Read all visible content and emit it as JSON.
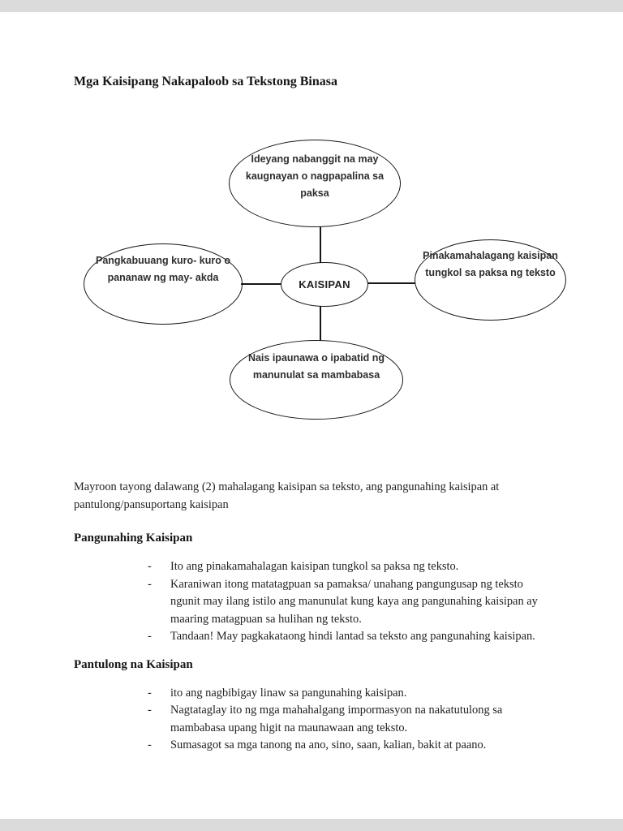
{
  "colors": {
    "page_bg": "#ffffff",
    "letterbox": "#dbdbdb",
    "ink": "#1f1f1f"
  },
  "document": {
    "title": "Mga Kaisipang Nakapaloob sa Tekstong Binasa",
    "intro": "Mayroon tayong dalawang (2) mahalagang kaisipan sa teksto, ang pangunahing kaisipan at pantulong/pansuportang kaisipan",
    "bullet_marker": "-",
    "sections": [
      {
        "heading": "Pangunahing Kaisipan",
        "bullets": [
          "Ito ang pinakamahalagan kaisipan tungkol sa paksa ng teksto.",
          "Karaniwan itong matatagpuan sa pamaksa/ unahang pangungusap ng teksto ngunit may ilang istilo ang manunulat kung kaya ang pangunahing kaisipan ay maaring matagpuan sa hulihan ng teksto.",
          "Tandaan! May pagkakataong hindi lantad sa teksto ang pangunahing kaisipan."
        ]
      },
      {
        "heading": "Pantulong na Kaisipan",
        "bullets": [
          "ito ang nagbibigay linaw sa pangunahing kaisipan.",
          "Nagtataglay ito ng mga mahahalgang impormasyon na nakatutulong sa mambabasa upang higit na maunawaan ang teksto.",
          "Sumasagot sa mga tanong na ano, sino, saan, kalian, bakit at paano."
        ]
      }
    ]
  },
  "diagram": {
    "center": "KAISIPAN",
    "top": "Ideyang nabanggit na may kaugnayan o nagpapalina sa paksa",
    "left": "Pangkabuuang kuro- kuro o pananaw ng may- akda",
    "right": "Pinakamahalagang kaisipan tungkol sa paksa ng teksto",
    "bottom": "Nais ipaunawa o ipabatid ng manunulat sa mambabasa"
  }
}
